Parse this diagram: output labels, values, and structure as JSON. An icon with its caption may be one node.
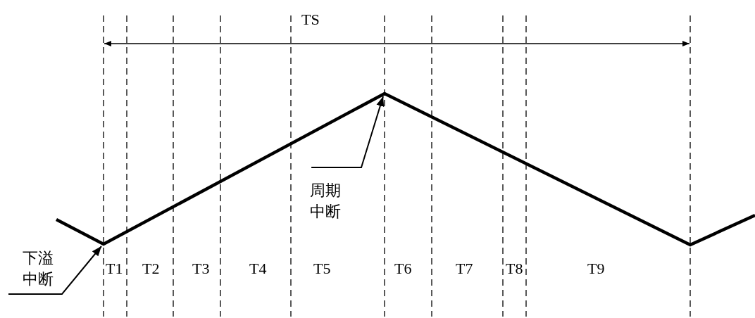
{
  "diagram": {
    "nodes": [
      {
        "text": [
          "下溢中断"
        ]
      },
      {
        "text": [
          "周期中断"
        ]
      }
    ],
    "edges": [
      {
        "from": 0,
        "to": null,
        "arrow": "to"
      },
      {
        "from": 1,
        "to": null,
        "arrow": "to"
      }
    ],
    "labels": [
      "TS",
      "T1",
      "T2",
      "T3",
      "T4",
      "T5",
      "T6",
      "T7",
      "T8",
      "T9"
    ]
  }
}
